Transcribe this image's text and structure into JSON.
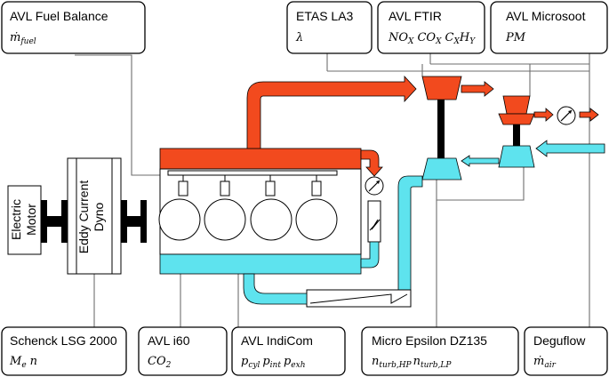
{
  "instruments": {
    "fuel_balance": {
      "name": "AVL Fuel Balance",
      "sym": "ṁ",
      "sym_sub": "fuel"
    },
    "lambda": {
      "name": "ETAS LA3",
      "sym": "λ"
    },
    "ftir": {
      "name": "AVL FTIR",
      "nox": "NO",
      "nox_sub": "X",
      "cox": "CO",
      "cox_sub": "X",
      "hc_c": "C",
      "hc_c_sub": "X",
      "hc_h": "H",
      "hc_h_sub": "Y"
    },
    "microsoot": {
      "name": "AVL Microsoot",
      "sym": "PM"
    },
    "schenck": {
      "name": "Schenck LSG 2000",
      "me": "M",
      "me_sub": "e",
      "n": "n"
    },
    "i60": {
      "name": "AVL i60",
      "sym": "CO",
      "sym_sub": "2"
    },
    "indicom": {
      "name": "AVL IndiCom",
      "p1": "p",
      "p1_sub": "cyl",
      "p2": "p",
      "p2_sub": "int",
      "p3": "p",
      "p3_sub": "exh"
    },
    "micro_epsilon": {
      "name": "Micro Epsilon DZ135",
      "n1": "n",
      "n1_sub": "turb,HP",
      "n2": "n",
      "n2_sub": "turb,LP"
    },
    "deguflow": {
      "name": "Deguflow",
      "sym": "ṁ",
      "sym_sub": "air"
    }
  },
  "machines": {
    "motor_line1": "Electric",
    "motor_line2": "Motor",
    "dyno_line1": "Eddy Current",
    "dyno_line2": "Dyno"
  },
  "colors": {
    "hot_gas": "#f24a1e",
    "cold_air": "#5ee3ee",
    "wire": "#6e6e6e"
  }
}
